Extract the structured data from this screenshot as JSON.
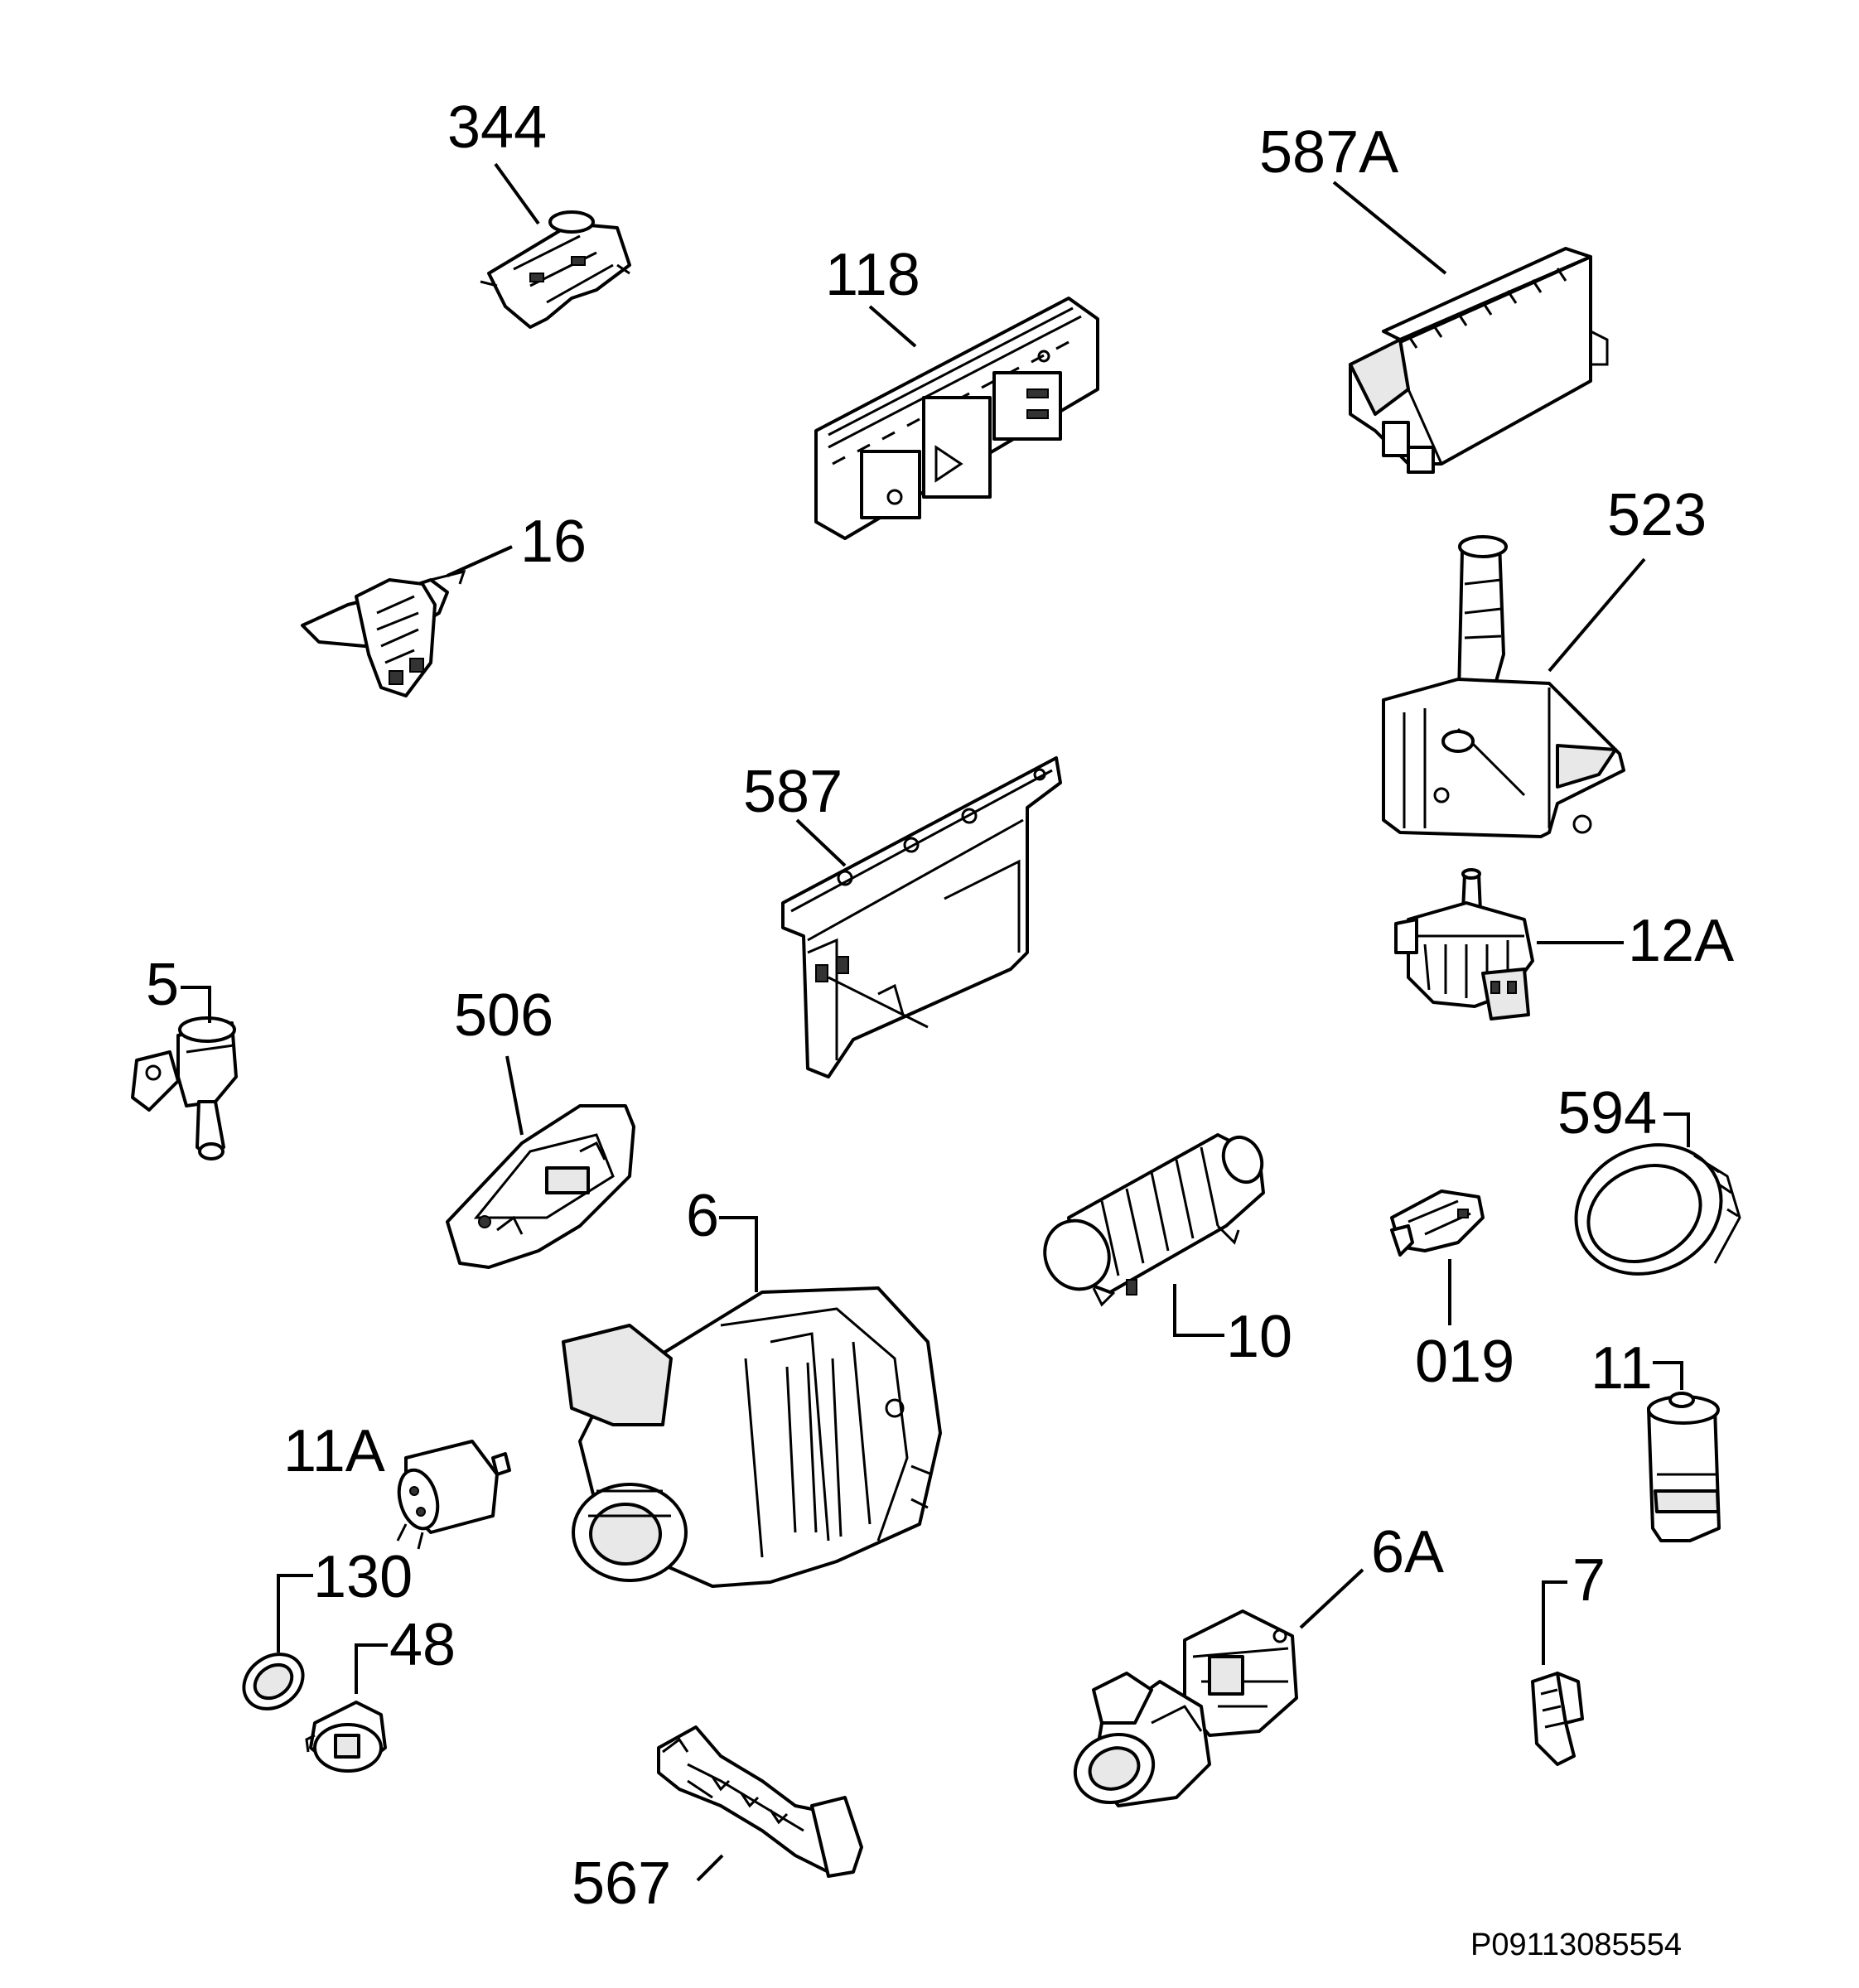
{
  "diagram": {
    "reference_code": "P09113085554",
    "labels": {
      "l344": "344",
      "l587A": "587A",
      "l118": "118",
      "l16": "16",
      "l523": "523",
      "l587": "587",
      "l12A": "12A",
      "l5": "5",
      "l506": "506",
      "l594": "594",
      "l6": "6",
      "l10": "10",
      "l019": "019",
      "l11": "11",
      "l11A": "11A",
      "l130": "130",
      "l48": "48",
      "l6A": "6A",
      "l7": "7",
      "l567": "567"
    }
  }
}
